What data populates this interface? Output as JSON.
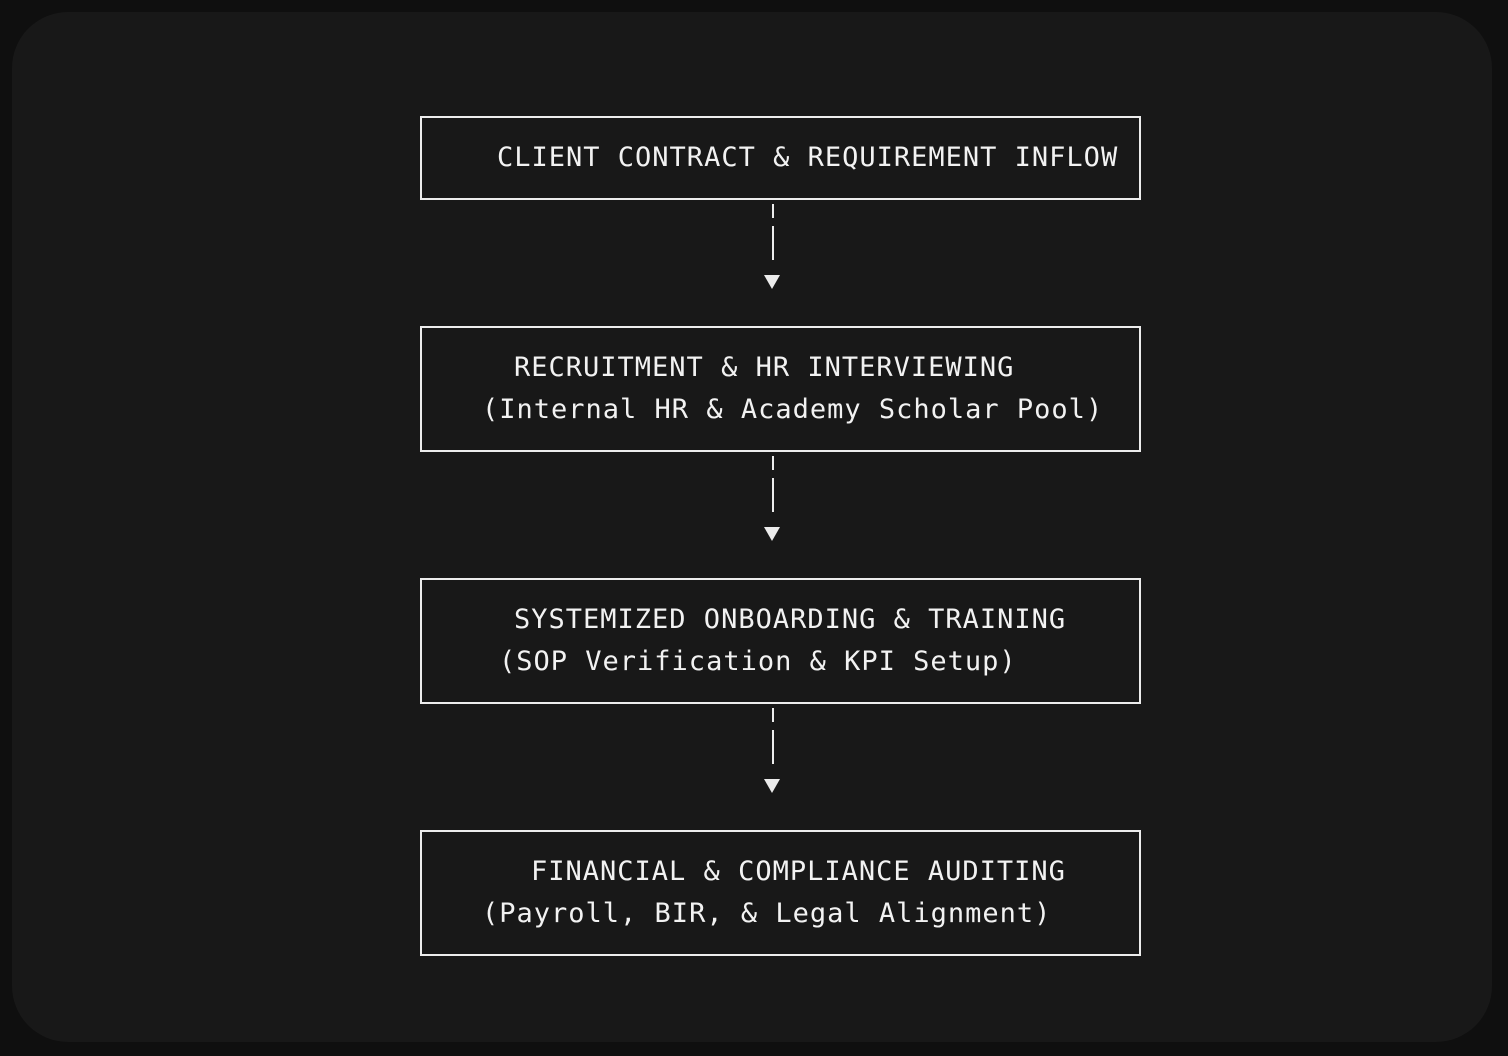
{
  "steps": [
    {
      "line1": "CLIENT CONTRACT & REQUIREMENT INFLOW",
      "line2": ""
    },
    {
      "line1": "RECRUITMENT & HR INTERVIEWING",
      "line2": "(Internal HR & Academy Scholar Pool)"
    },
    {
      "line1": "SYSTEMIZED ONBOARDING & TRAINING",
      "line2": "(SOP Verification & KPI Setup)"
    },
    {
      "line1": "FINANCIAL & COMPLIANCE AUDITING",
      "line2": "(Payroll, BIR, & Legal Alignment)"
    }
  ],
  "colors": {
    "background": "#181818",
    "stroke": "#ececec",
    "text": "#f2f2f2"
  }
}
